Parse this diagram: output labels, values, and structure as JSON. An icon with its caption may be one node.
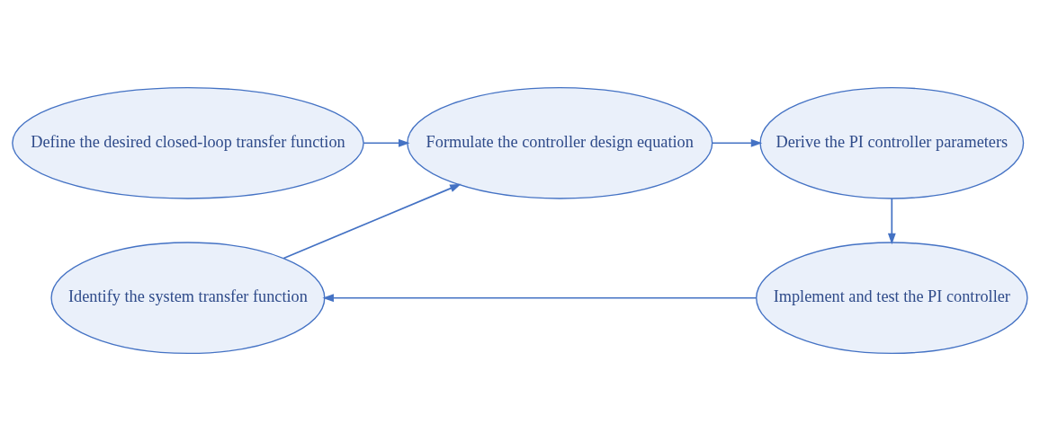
{
  "diagram": {
    "nodes": [
      {
        "text": [
          "Define the desired closed-loop transfer function"
        ]
      },
      {
        "text": [
          "Formulate the controller design equation"
        ]
      },
      {
        "text": [
          "Derive the PI controller parameters"
        ]
      },
      {
        "text": [
          "Identify the system transfer function"
        ]
      },
      {
        "text": [
          "Implement and test the PI controller"
        ]
      }
    ],
    "edges": [
      {
        "from": 0,
        "to": 1,
        "arrow": "to"
      },
      {
        "from": 1,
        "to": 2,
        "arrow": "to"
      },
      {
        "from": 2,
        "to": 4,
        "arrow": "to"
      },
      {
        "from": 4,
        "to": 3,
        "arrow": "to"
      },
      {
        "from": 3,
        "to": 1,
        "arrow": "to"
      }
    ]
  }
}
